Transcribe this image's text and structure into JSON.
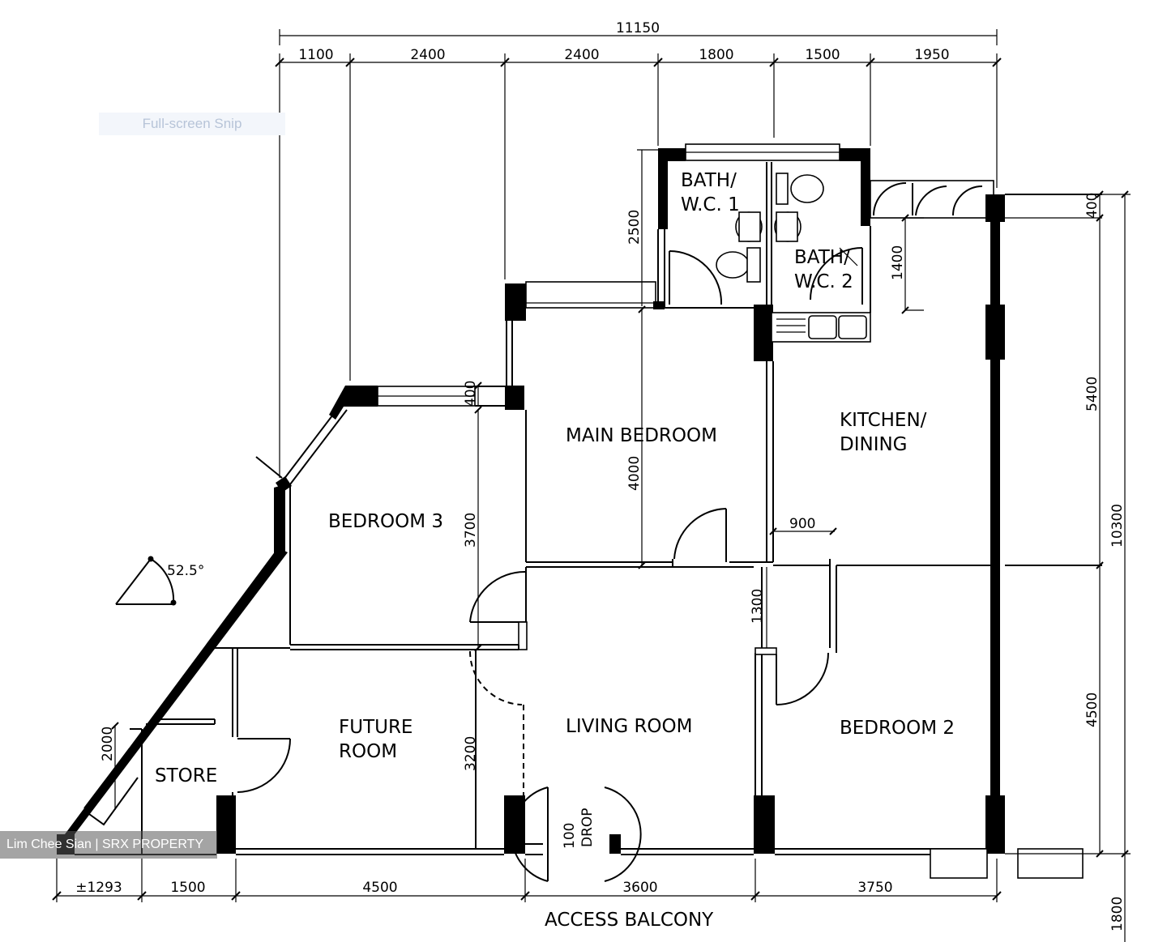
{
  "overlay": {
    "snip_label": "Full-screen Snip",
    "watermark": "Lim Chee Sian | SRX PROPERTY"
  },
  "rooms": {
    "bath1_line1": "BATH/",
    "bath1_line2": "W.C. 1",
    "bath2_line1": "BATH/",
    "bath2_line2": "W.C. 2",
    "main_bedroom": "MAIN BEDROOM",
    "kitchen_line1": "KITCHEN/",
    "kitchen_line2": "DINING",
    "bedroom3": "BEDROOM 3",
    "living_room": "LIVING ROOM",
    "bedroom2": "BEDROOM 2",
    "future_line1": "FUTURE",
    "future_line2": "ROOM",
    "store": "STORE",
    "drop_line1": "100",
    "drop_line2": "DROP",
    "access_balcony": "ACCESS BALCONY"
  },
  "angle_label": "52.5°",
  "dimensions": {
    "top_total": "11150",
    "top": [
      "1100",
      "2400",
      "2400",
      "1800",
      "1500",
      "1950"
    ],
    "bottom": [
      "±1293",
      "1500",
      "4500",
      "3600",
      "3750"
    ],
    "right": [
      "400",
      "1400",
      "5400",
      "10300",
      "4500",
      "1800"
    ],
    "interior": [
      "2500",
      "4000",
      "3700",
      "3200",
      "900",
      "1300",
      "2000",
      "400"
    ]
  }
}
